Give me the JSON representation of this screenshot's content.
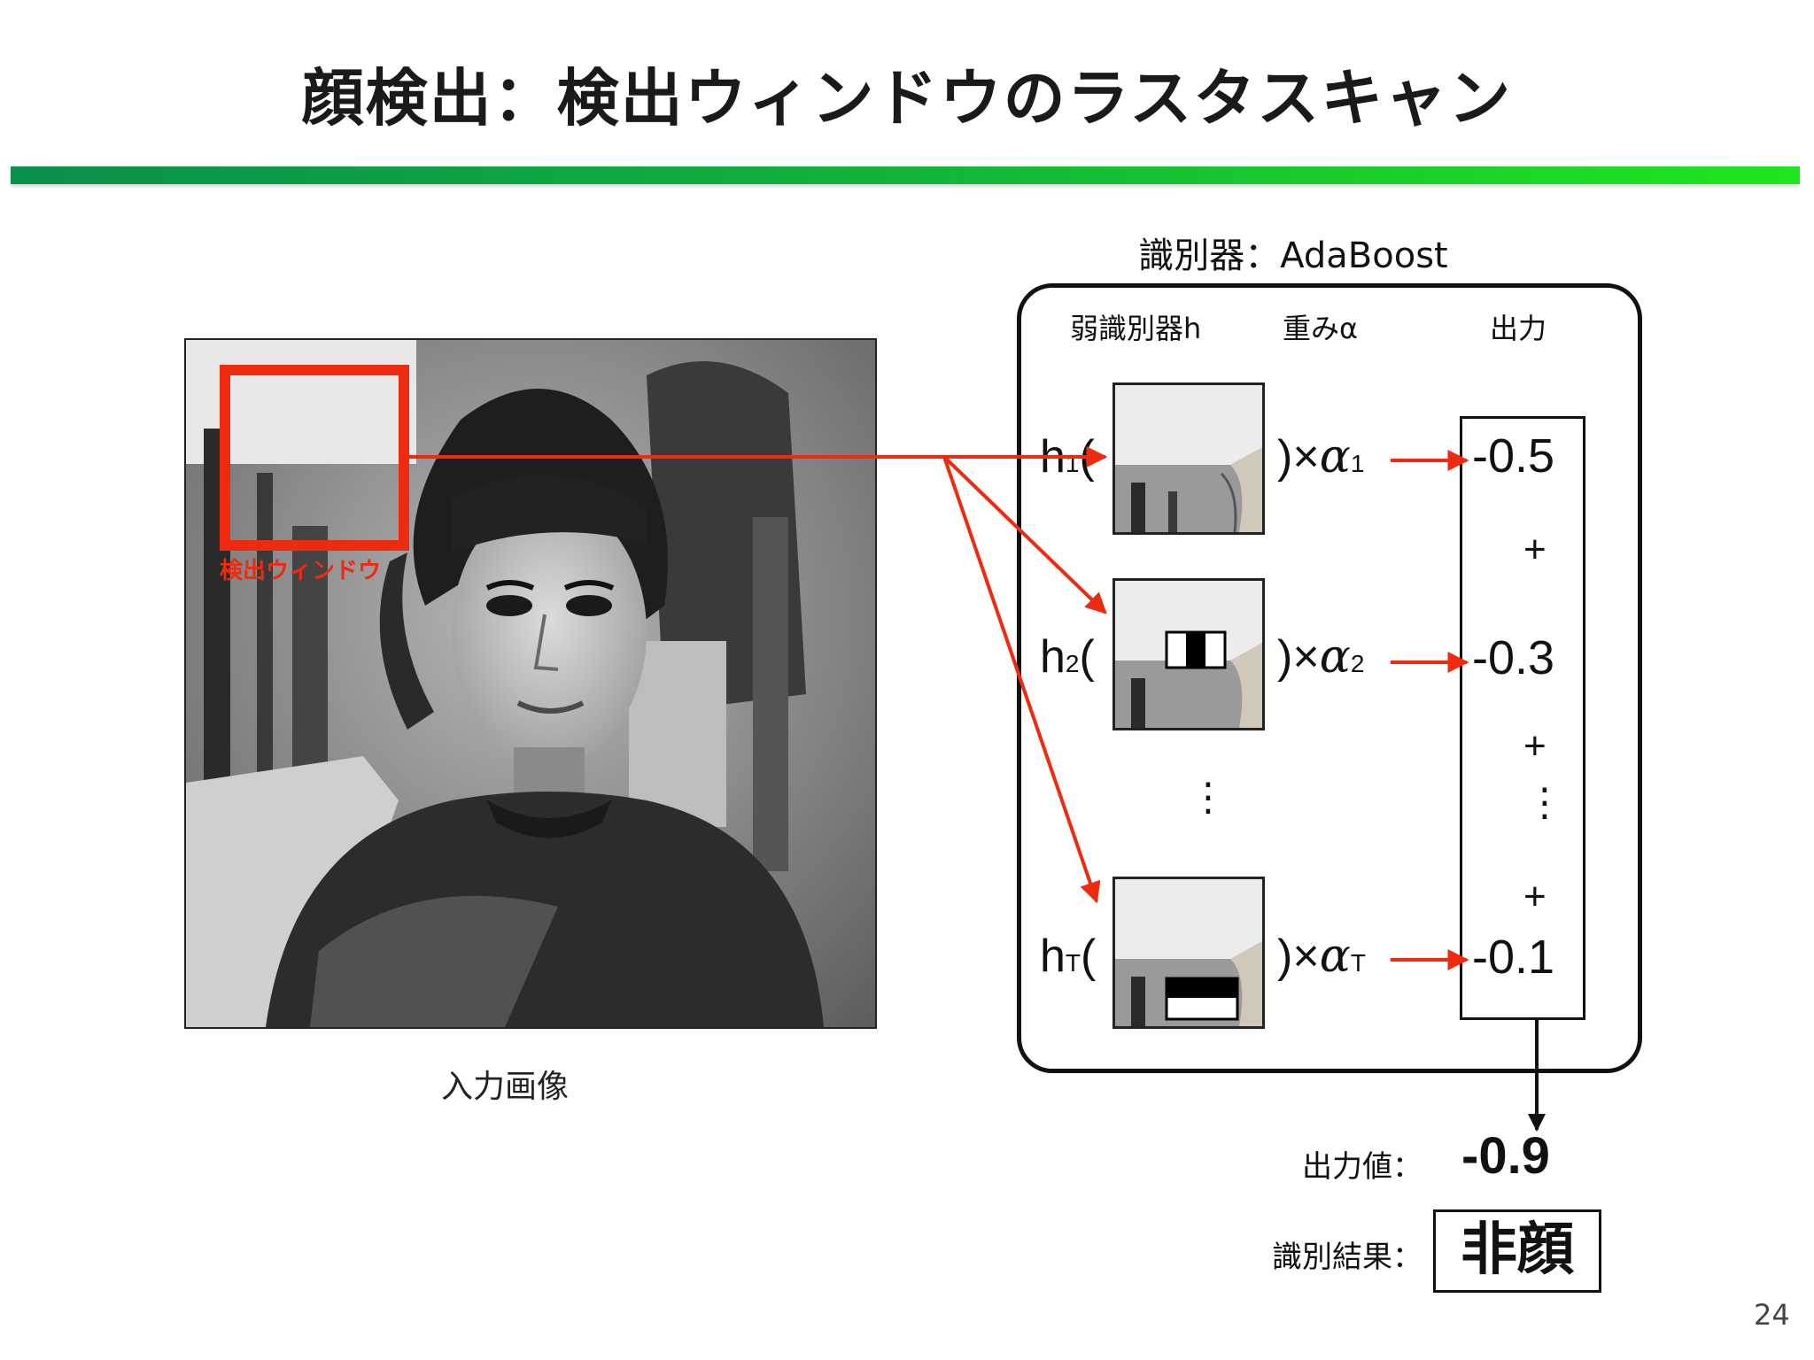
{
  "title": "顔検出：検出ウィンドウのラスタスキャン",
  "input_image": {
    "caption": "入力画像",
    "detection_window_label": "検出ウィンドウ"
  },
  "classifier": {
    "title": "識別器：AdaBoost",
    "columns": {
      "weak": "弱識別器h",
      "weight": "重みα",
      "output": "出力"
    },
    "rows": [
      {
        "h": "h",
        "h_sub": "1",
        "alpha_sub": "1",
        "output": "-0.5"
      },
      {
        "h": "h",
        "h_sub": "2",
        "alpha_sub": "2",
        "output": "-0.3"
      },
      {
        "h": "h",
        "h_sub": "T",
        "alpha_sub": "T",
        "output": "-0.1"
      }
    ],
    "paren_open": "(",
    "times_alpha": ")×",
    "alpha_symbol": "α",
    "plus": "+",
    "vdots": "⋮"
  },
  "result": {
    "output_label": "出力値：",
    "output_value": "-0.9",
    "result_label": "識別結果：",
    "result_value": "非顔"
  },
  "page_number": "24",
  "colors": {
    "arrow": "#ee2a10",
    "window": "#ee2a10",
    "bar_start": "#0b8f4c",
    "bar_end": "#1fe61e"
  }
}
